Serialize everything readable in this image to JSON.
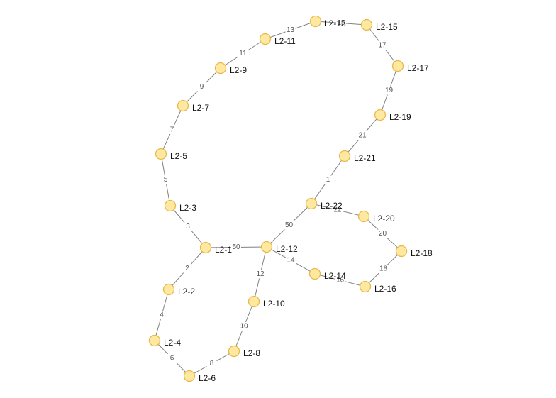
{
  "colors": {
    "node_fill": "#ffe9a0",
    "node_stroke": "#e8b94a",
    "edge": "#7f8183",
    "edge_label": "#555555",
    "node_label": "#111111"
  },
  "nodes": [
    {
      "id": "L2-1",
      "label": "L2-1"
    },
    {
      "id": "L2-2",
      "label": "L2-2"
    },
    {
      "id": "L2-3",
      "label": "L2-3"
    },
    {
      "id": "L2-4",
      "label": "L2-4"
    },
    {
      "id": "L2-5",
      "label": "L2-5"
    },
    {
      "id": "L2-6",
      "label": "L2-6"
    },
    {
      "id": "L2-7",
      "label": "L2-7"
    },
    {
      "id": "L2-8",
      "label": "L2-8"
    },
    {
      "id": "L2-9",
      "label": "L2-9"
    },
    {
      "id": "L2-10",
      "label": "L2-10"
    },
    {
      "id": "L2-11",
      "label": "L2-11"
    },
    {
      "id": "L2-12",
      "label": "L2-12"
    },
    {
      "id": "L2-13",
      "label": "L2-13"
    },
    {
      "id": "L2-14",
      "label": "L2-14"
    },
    {
      "id": "L2-15",
      "label": "L2-15"
    },
    {
      "id": "L2-16",
      "label": "L2-16"
    },
    {
      "id": "L2-17",
      "label": "L2-17"
    },
    {
      "id": "L2-18",
      "label": "L2-18"
    },
    {
      "id": "L2-19",
      "label": "L2-19"
    },
    {
      "id": "L2-20",
      "label": "L2-20"
    },
    {
      "id": "L2-21",
      "label": "L2-21"
    },
    {
      "id": "L2-22",
      "label": "L2-22"
    }
  ],
  "edges": [
    {
      "source": "L2-22",
      "target": "L2-21",
      "label": "1"
    },
    {
      "source": "L2-1",
      "target": "L2-2",
      "label": "2"
    },
    {
      "source": "L2-1",
      "target": "L2-3",
      "label": "3"
    },
    {
      "source": "L2-2",
      "target": "L2-4",
      "label": "4"
    },
    {
      "source": "L2-3",
      "target": "L2-5",
      "label": "5"
    },
    {
      "source": "L2-4",
      "target": "L2-6",
      "label": "6"
    },
    {
      "source": "L2-5",
      "target": "L2-7",
      "label": "7"
    },
    {
      "source": "L2-6",
      "target": "L2-8",
      "label": "8"
    },
    {
      "source": "L2-7",
      "target": "L2-9",
      "label": "9"
    },
    {
      "source": "L2-8",
      "target": "L2-10",
      "label": "10"
    },
    {
      "source": "L2-9",
      "target": "L2-11",
      "label": "11"
    },
    {
      "source": "L2-10",
      "target": "L2-12",
      "label": "12"
    },
    {
      "source": "L2-11",
      "target": "L2-13",
      "label": "13"
    },
    {
      "source": "L2-12",
      "target": "L2-14",
      "label": "14"
    },
    {
      "source": "L2-13",
      "target": "L2-15",
      "label": "15"
    },
    {
      "source": "L2-14",
      "target": "L2-16",
      "label": "16"
    },
    {
      "source": "L2-15",
      "target": "L2-17",
      "label": "17"
    },
    {
      "source": "L2-16",
      "target": "L2-18",
      "label": "18"
    },
    {
      "source": "L2-17",
      "target": "L2-19",
      "label": "19"
    },
    {
      "source": "L2-18",
      "target": "L2-20",
      "label": "20"
    },
    {
      "source": "L2-19",
      "target": "L2-21",
      "label": "21"
    },
    {
      "source": "L2-20",
      "target": "L2-22",
      "label": "22"
    },
    {
      "source": "L2-1",
      "target": "L2-12",
      "label": "50"
    },
    {
      "source": "L2-12",
      "target": "L2-22",
      "label": "50"
    }
  ]
}
